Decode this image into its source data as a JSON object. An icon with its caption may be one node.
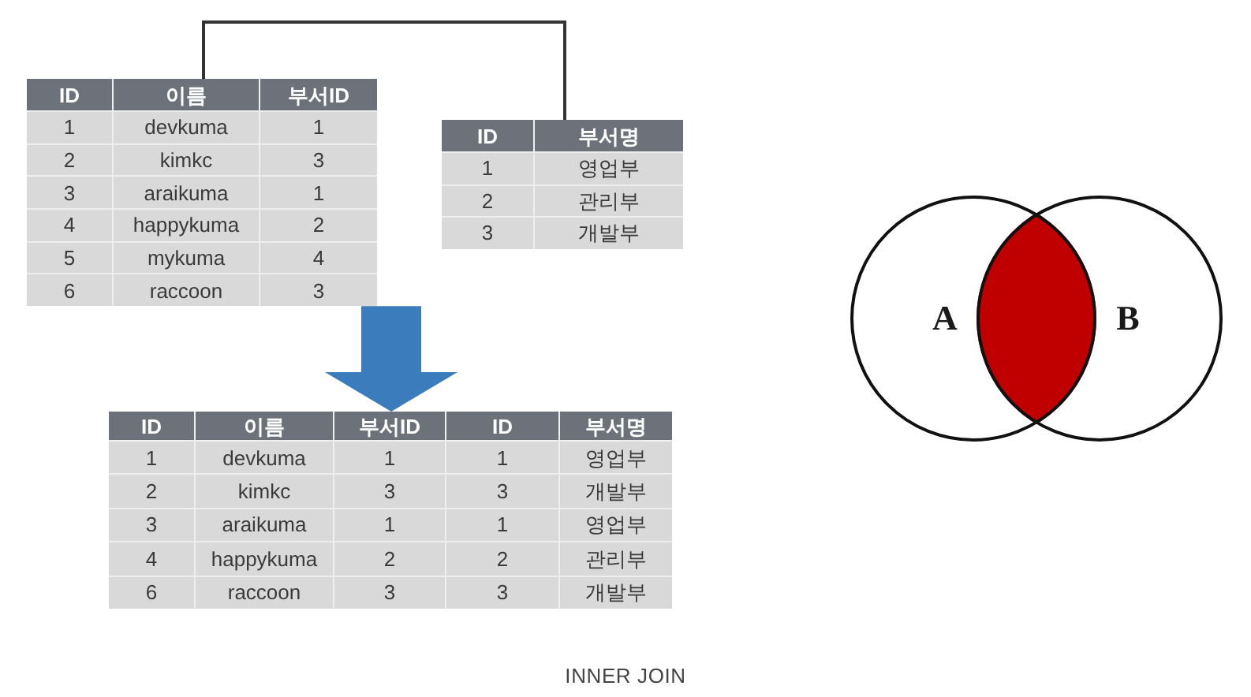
{
  "diagram": {
    "caption": "INNER JOIN",
    "nodes": [
      {
        "text": [
          "ID",
          "이름",
          "부서ID",
          "1",
          "devkuma",
          "1",
          "2",
          "kimkc",
          "3",
          "3",
          "araikuma",
          "1",
          "4",
          "happykuma",
          "2",
          "5",
          "mykuma",
          "4",
          "6",
          "raccoon",
          "3"
        ]
      },
      {
        "text": [
          "ID",
          "부서명",
          "1",
          "영업부",
          "2",
          "관리부",
          "3",
          "개발부"
        ]
      },
      {
        "text": [
          "ID",
          "이름",
          "부서ID",
          "ID",
          "부서명",
          "1",
          "devkuma",
          "1",
          "1",
          "영업부",
          "2",
          "kimkc",
          "3",
          "3",
          "개발부",
          "3",
          "araikuma",
          "1",
          "1",
          "영업부",
          "4",
          "happykuma",
          "2",
          "2",
          "관리부",
          "6",
          "raccoon",
          "3",
          "3",
          "개발부"
        ]
      },
      {
        "text": [
          "A"
        ]
      },
      {
        "text": [
          "B"
        ]
      }
    ],
    "edges": [
      {
        "from": 0,
        "to": 1,
        "arrow": "none"
      },
      {
        "from": 0,
        "to": 2,
        "arrow": "to",
        "style": "thick",
        "color": "#3b7cbc"
      }
    ]
  }
}
